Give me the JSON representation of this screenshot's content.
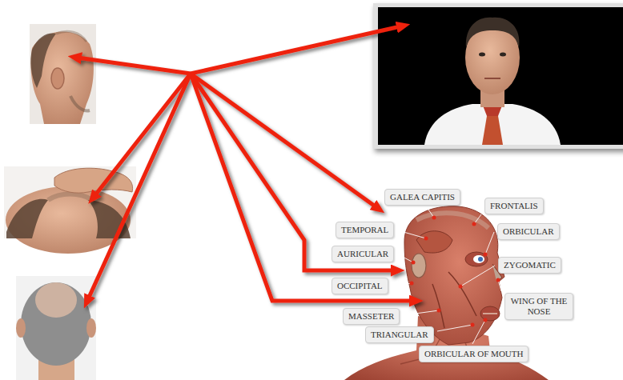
{
  "diagram": {
    "nodes": [
      {
        "text": [
          "GALEA CAPITIS"
        ]
      },
      {
        "text": [
          "FRONTALIS"
        ]
      },
      {
        "text": [
          "TEMPORAL"
        ]
      },
      {
        "text": [
          "ORBICULAR"
        ]
      },
      {
        "text": [
          "AURICULAR"
        ]
      },
      {
        "text": [
          "ZYGOMATIC"
        ]
      },
      {
        "text": [
          "OCCIPITAL"
        ]
      },
      {
        "text": [
          "WING OF THE NOSE"
        ]
      },
      {
        "text": [
          "MASSETER"
        ]
      },
      {
        "text": [
          "TRIANGULAR"
        ]
      },
      {
        "text": [
          "ORBICULAR OF MOUTH"
        ]
      }
    ]
  }
}
